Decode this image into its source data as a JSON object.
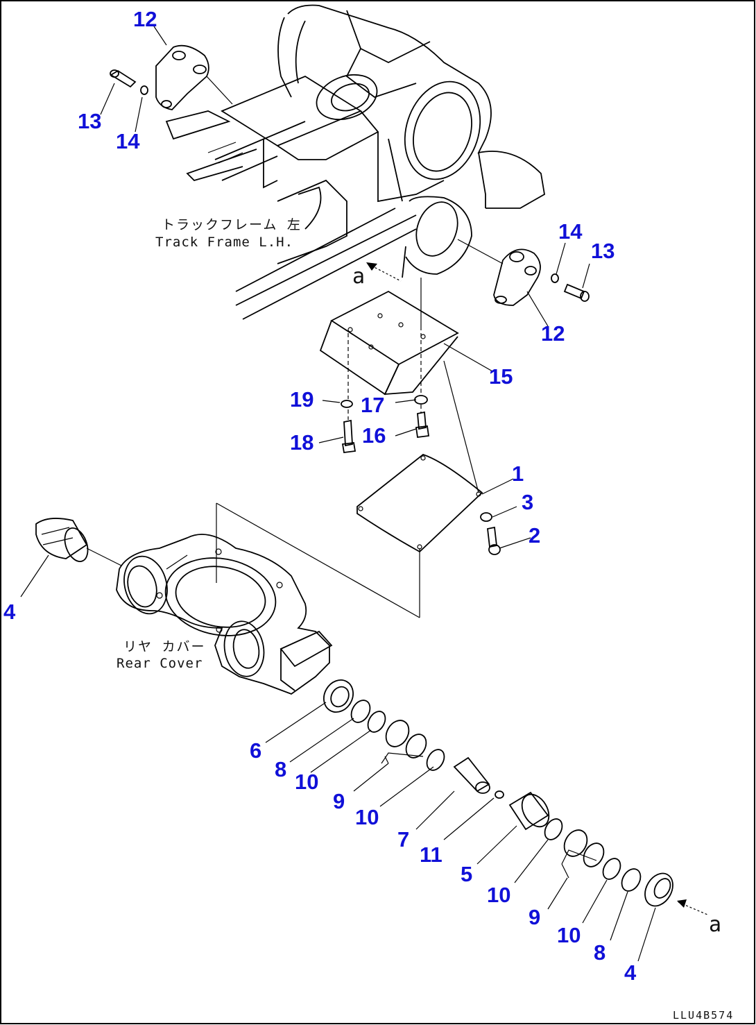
{
  "figure_code": "LLU4B574",
  "labels": {
    "track_frame_jp": "トラックフレーム 左",
    "track_frame_en": "Track Frame L.H.",
    "rear_cover_jp": "リヤ カバー",
    "rear_cover_en": "Rear Cover",
    "ref_a_top": "a",
    "ref_a_bottom": "a"
  },
  "callouts": {
    "c12a": "12",
    "c13a": "13",
    "c14a": "14",
    "c14b": "14",
    "c13b": "13",
    "c12b": "12",
    "c15": "15",
    "c19": "19",
    "c17": "17",
    "c18": "18",
    "c16": "16",
    "c1": "1",
    "c3": "3",
    "c2": "2",
    "c4a": "4",
    "c6": "6",
    "c8a": "8",
    "c10a": "10",
    "c9a": "9",
    "c10b": "10",
    "c7": "7",
    "c11": "11",
    "c5": "5",
    "c10c": "10",
    "c9b": "9",
    "c10d": "10",
    "c8b": "8",
    "c4b": "4"
  },
  "colors": {
    "callout": "#1010d8",
    "line": "#000000",
    "frame": "#000000"
  }
}
